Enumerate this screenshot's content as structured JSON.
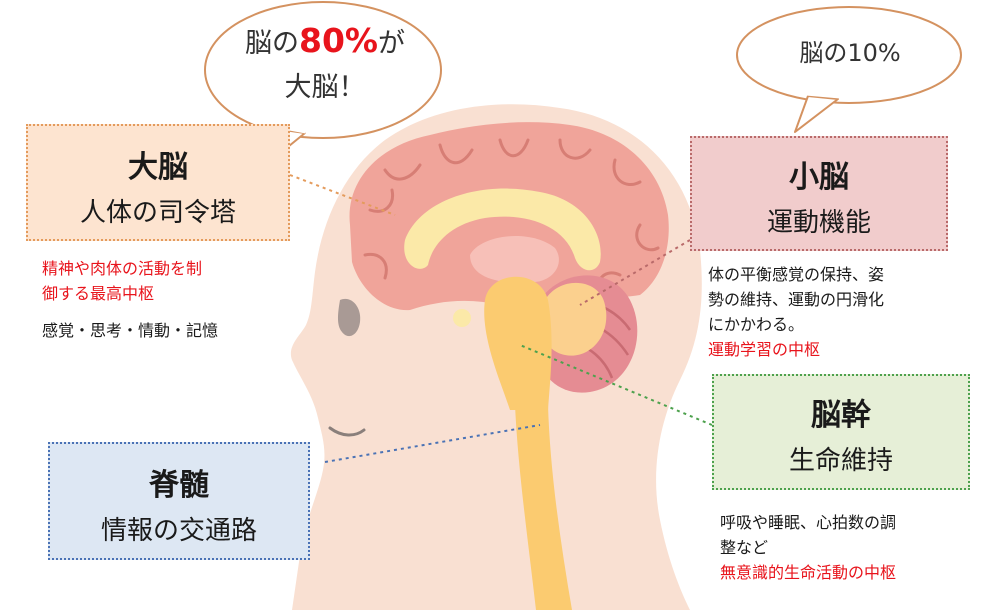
{
  "bubbles": {
    "cerebrum": {
      "prefix": "脳の",
      "percent": "80%",
      "suffix": "が",
      "line2": "大脳！"
    },
    "cerebellum": {
      "text": "脳の10%"
    }
  },
  "boxes": {
    "cerebrum": {
      "title": "大脳",
      "subtitle": "人体の司令塔"
    },
    "cerebellum": {
      "title": "小脳",
      "subtitle": "運動機能"
    },
    "brainstem": {
      "title": "脳幹",
      "subtitle": "生命維持"
    },
    "spinal": {
      "title": "脊髄",
      "subtitle": "情報の交通路"
    }
  },
  "notes": {
    "cerebrum": {
      "red1": "精神や肉体の活動を制",
      "red2": "御する最高中枢",
      "line": "感覚・思考・情動・記憶"
    },
    "cerebellum": {
      "line1": "体の平衡感覚の保持、姿",
      "line2": "勢の維持、運動の円滑化",
      "line3": "にかかわる。",
      "red": "運動学習の中枢"
    },
    "brainstem": {
      "line1": "呼吸や睡眠、心拍数の調",
      "line2": "整など",
      "red": "無意識的生命活動の中枢"
    }
  },
  "colors": {
    "red_text": "#e8141c",
    "cerebrum_box": "#fde4d0",
    "cerebellum_box": "#f1cccc",
    "brainstem_box": "#e6efd7",
    "spinal_box": "#dde7f3",
    "head": "#f9e0d2",
    "brain": "#f0a49a"
  }
}
